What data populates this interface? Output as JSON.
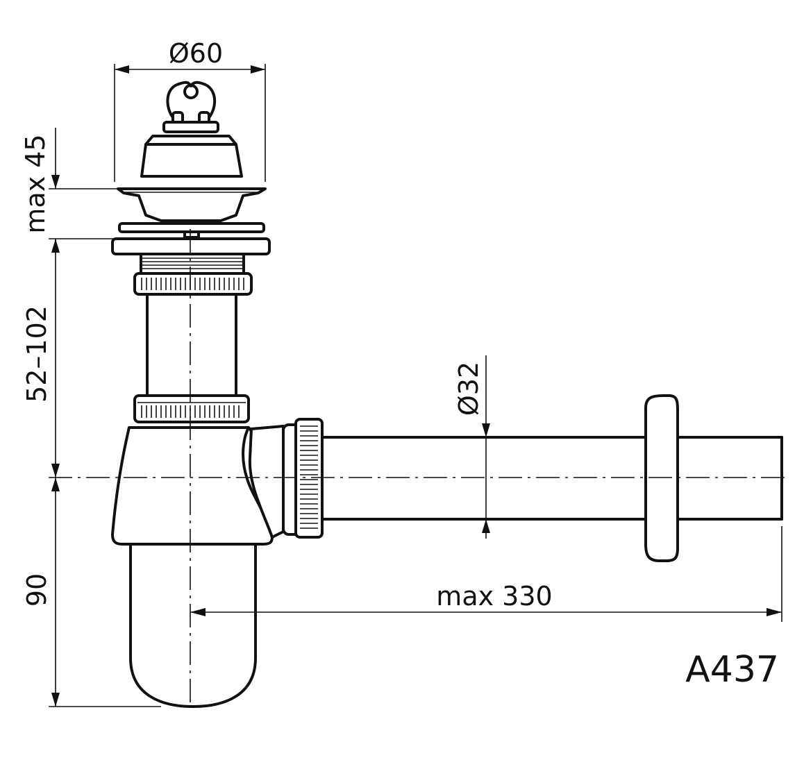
{
  "dimensions": {
    "top_diameter": "Ø60",
    "stopper_height": "max 45",
    "adjustable_height": "52–102",
    "trap_depth": "90",
    "pipe_diameter": "Ø32",
    "max_length": "max 330"
  },
  "model": "A437"
}
